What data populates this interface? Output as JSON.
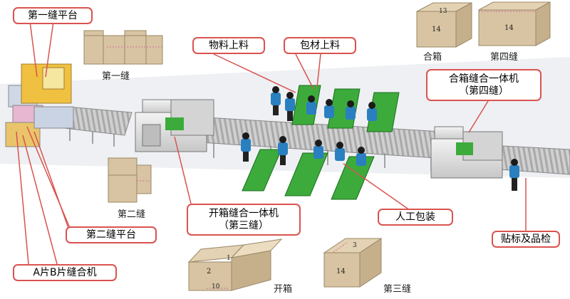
{
  "callouts": {
    "seam1_platform": "第一缝平台",
    "material_feed": "物料上料",
    "packing_feed": "包材上料",
    "combine_machine_l1": "合箱缝合一体机",
    "combine_machine_l2": "（第四缝）",
    "open_machine_l1": "开箱缝合一体机",
    "open_machine_l2": "（第三缝）",
    "manual_packing": "人工包装",
    "seam2_platform": "第二缝平台",
    "labeling": "贴标及品检",
    "ab_machine": "A片B片缝合机"
  },
  "captions": {
    "seam1": "第一缝",
    "seam2": "第二缝",
    "combine": "合箱",
    "seam4": "第四缝",
    "open": "开箱",
    "seam3": "第三缝"
  },
  "box_numbers": {
    "combine_top": "13",
    "combine_front": "14",
    "seam4_front": "14",
    "open_front": "2",
    "open_flap": "1",
    "open_bottom": "10",
    "seam3_top": "3",
    "seam3_front": "14"
  },
  "colors": {
    "callout_border": "#d9534f",
    "cardboard": "#d8c4a2",
    "worker_shirt": "#2a7fc0",
    "packing_table": "#3cab3c",
    "machine": "#dedede"
  }
}
